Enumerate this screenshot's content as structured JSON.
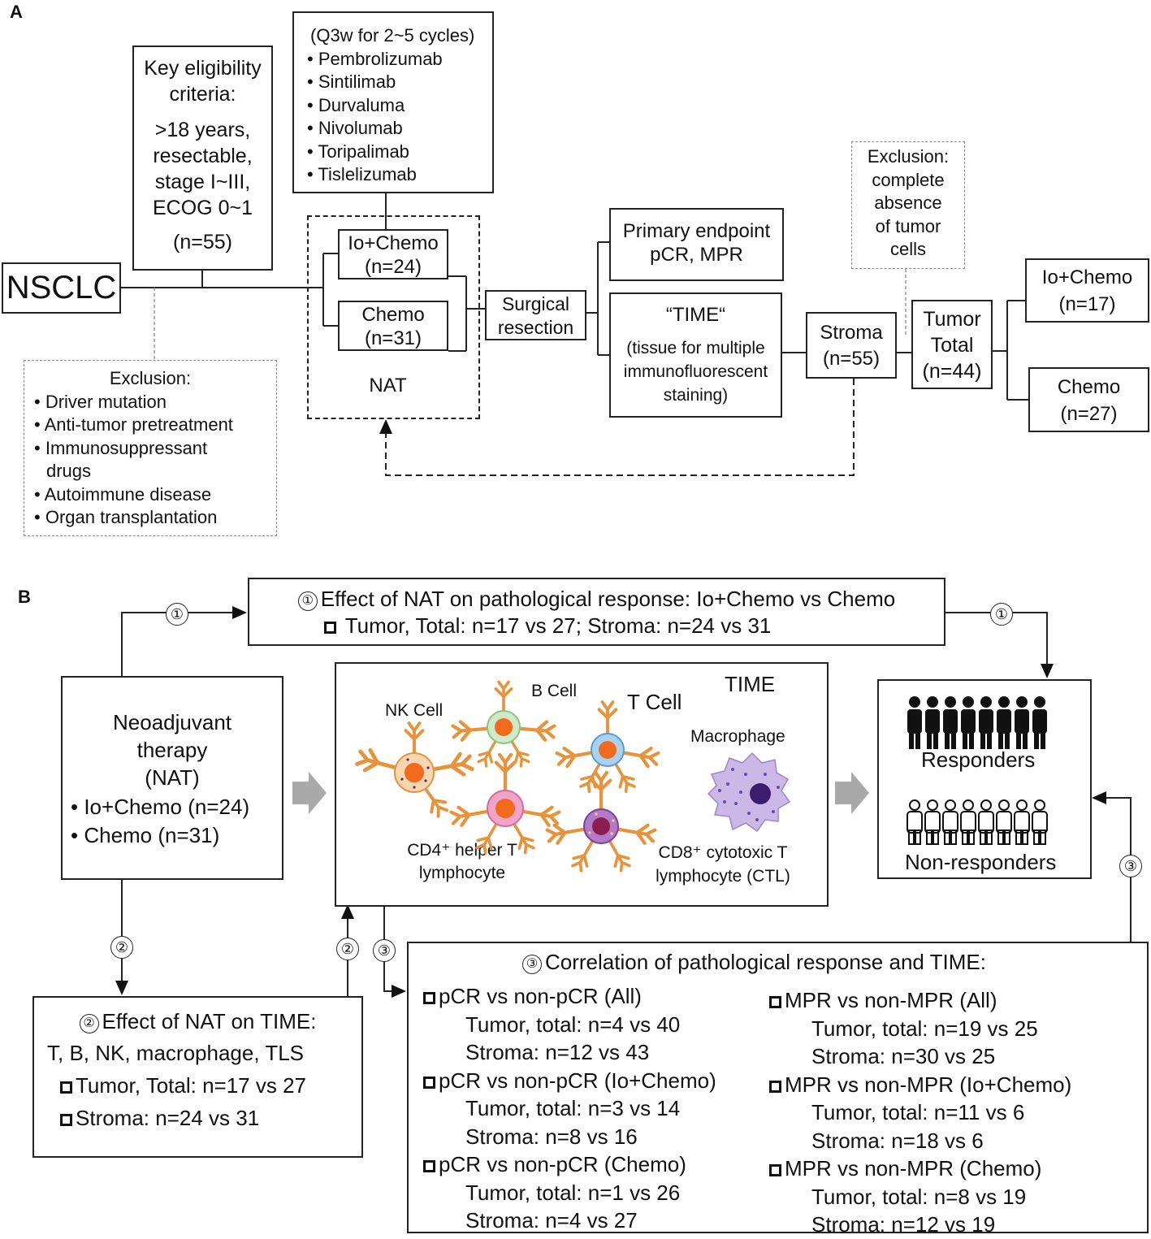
{
  "panel_a": {
    "label": "A",
    "nsclc": "NSCLC",
    "eligibility": {
      "title": [
        "Key eligibility",
        "criteria:"
      ],
      "criteria": [
        ">18 years,",
        "resectable,",
        "stage I~III,",
        "ECOG 0~1"
      ],
      "n": "(n=55)"
    },
    "drugs": {
      "header": "(Q3w for 2~5 cycles)",
      "items": [
        "Pembrolizumab",
        "Sintilimab",
        "Durvaluma",
        "Nivolumab",
        "Toripalimab",
        "Tislelizumab"
      ]
    },
    "exclusion1": {
      "title": "Exclusion:",
      "items": [
        "Driver mutation",
        "Anti-tumor pretreatment",
        "Immunosuppressant",
        "drugs",
        "Autoimmune disease",
        "Organ transplantation"
      ]
    },
    "arm_io": [
      "Io+Chemo",
      "(n=24)"
    ],
    "arm_chemo": [
      "Chemo",
      "(n=31)"
    ],
    "nat_label": "NAT",
    "surgery": [
      "Surgical",
      "resection"
    ],
    "primary_endpoint": [
      "Primary endpoint",
      "pCR, MPR"
    ],
    "time_box": [
      "“TIME“",
      "(tissue for multiple",
      "immunofluorescent",
      "staining)"
    ],
    "stroma": [
      "Stroma",
      "(n=55)"
    ],
    "exclusion2": [
      "Exclusion:",
      "complete",
      "absence",
      "of tumor",
      "cells"
    ],
    "tumor_total": [
      "Tumor",
      "Total",
      "(n=44)"
    ],
    "final_io": [
      "Io+Chemo",
      "(n=17)"
    ],
    "final_chemo": [
      "Chemo",
      "(n=27)"
    ]
  },
  "panel_b": {
    "label": "B",
    "effect1": {
      "title": "Effect of NAT on pathological response: Io+Chemo vs Chemo",
      "detail": "Tumor, Total: n=17 vs 27;  Stroma: n=24 vs 31"
    },
    "nat_box": {
      "title": [
        "Neoadjuvant",
        "therapy",
        "(NAT)"
      ],
      "items": [
        "Io+Chemo (n=24)",
        "Chemo (n=31)"
      ]
    },
    "time_panel": {
      "title": "TIME",
      "nk": "NK Cell",
      "b": "B Cell",
      "t": "T Cell",
      "macro": "Macrophage",
      "cd4": [
        "CD4⁺ helper T",
        "lymphocyte"
      ],
      "cd8": [
        "CD8⁺ cytotoxic T",
        "lymphocyte (CTL)"
      ]
    },
    "responders": "Responders",
    "non_responders": "Non-responders",
    "circle_labels": {
      "one": "①",
      "two": "②",
      "three": "③"
    },
    "effect2": {
      "title": "Effect of NAT on TIME:",
      "line2": "T, B, NK, macrophage, TLS",
      "items": [
        "Tumor, Total: n=17 vs 27",
        "Stroma: n=24 vs 31"
      ]
    },
    "correlation": {
      "title": "Correlation of pathological response and TIME:",
      "left": [
        {
          "h": "pCR vs non-pCR (All)",
          "a": "Tumor, total: n=4 vs 40",
          "b": "Stroma: n=12 vs 43"
        },
        {
          "h": "pCR vs non-pCR (Io+Chemo)",
          "a": "Tumor, total: n=3 vs 14",
          "b": "Stroma: n=8 vs 16"
        },
        {
          "h": "pCR vs non-pCR (Chemo)",
          "a": "Tumor, total: n=1 vs 26",
          "b": "Stroma: n=4 vs 27"
        }
      ],
      "right": [
        {
          "h": "MPR vs non-MPR (All)",
          "a": "Tumor, total: n=19 vs 25",
          "b": "Stroma: n=30 vs 25"
        },
        {
          "h": "MPR vs non-MPR (Io+Chemo)",
          "a": "Tumor, total: n=11 vs 6",
          "b": "Stroma: n=18 vs 6"
        },
        {
          "h": "MPR vs non-MPR (Chemo)",
          "a": "Tumor, total: n=8 vs 19",
          "b": "Stroma: n=12 vs 19"
        }
      ]
    }
  }
}
